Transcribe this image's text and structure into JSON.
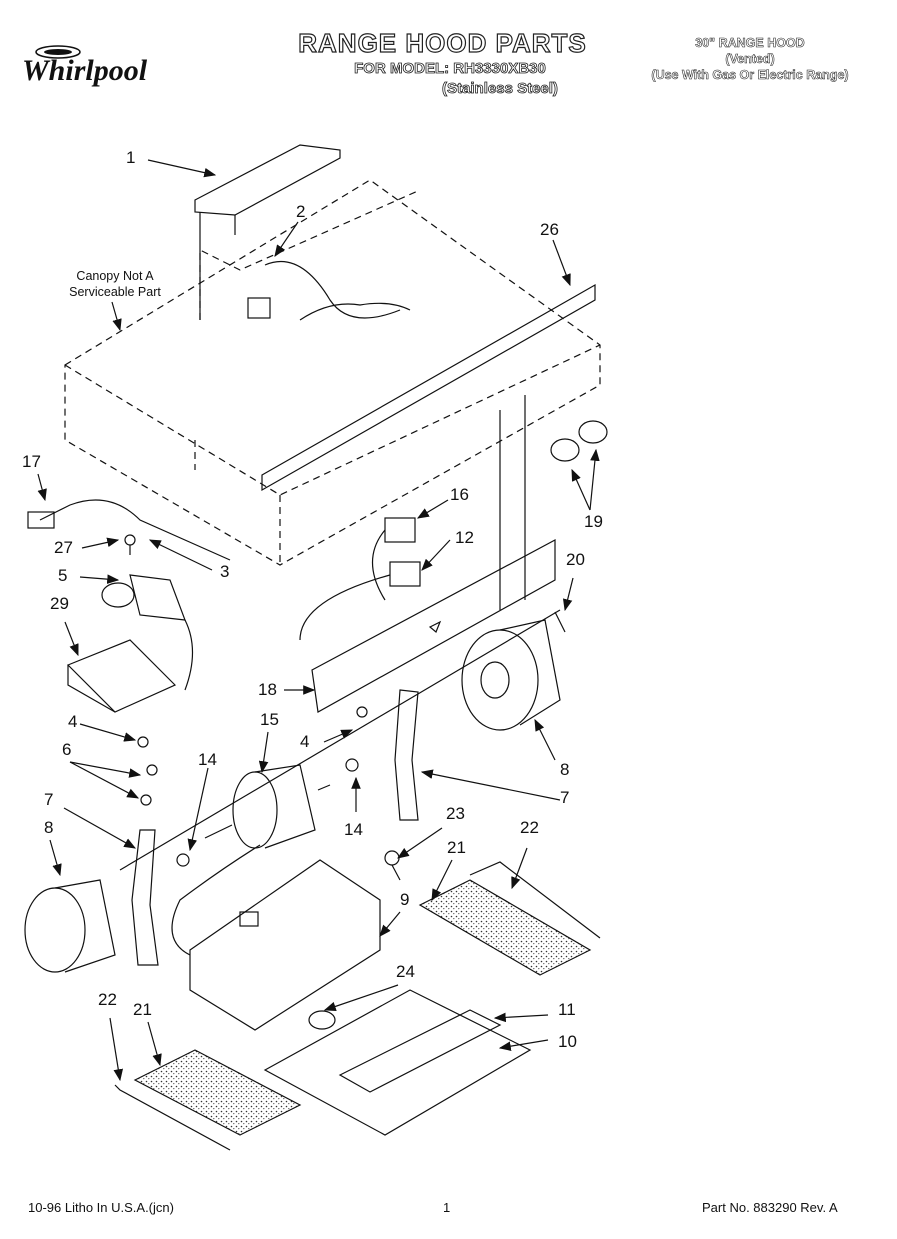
{
  "brand": {
    "logo_text": "Whirlpool"
  },
  "header": {
    "title": "RANGE HOOD PARTS",
    "model_line": "FOR MODEL: RH3330XB30",
    "finish": "(Stainless Steel)",
    "hood_type": "30\" RANGE HOOD",
    "vent_mode": "(Vented)",
    "usage": "(Use With Gas Or Electric Range)"
  },
  "notes": {
    "canopy_line1": "Canopy Not A",
    "canopy_line2": "Serviceable Part"
  },
  "callouts": {
    "c1": "1",
    "c2": "2",
    "c26": "26",
    "c17": "17",
    "c27": "27",
    "c3": "3",
    "c16": "16",
    "c12": "12",
    "c19": "19",
    "c5": "5",
    "c29": "29",
    "c20": "20",
    "c18": "18",
    "c15": "15",
    "c4a": "4",
    "c4b": "4",
    "c6": "6",
    "c14a": "14",
    "c8a": "8",
    "c7a": "7",
    "c8b": "8",
    "c7b": "7",
    "c14b": "14",
    "c23": "23",
    "c21a": "21",
    "c22a": "22",
    "c9": "9",
    "c24": "24",
    "c11": "11",
    "c10": "10",
    "c22b": "22",
    "c21b": "21"
  },
  "footer": {
    "left": "10-96 Litho In U.S.A.(jcn)",
    "page": "1",
    "part_no": "Part No. 883290 Rev. A"
  }
}
